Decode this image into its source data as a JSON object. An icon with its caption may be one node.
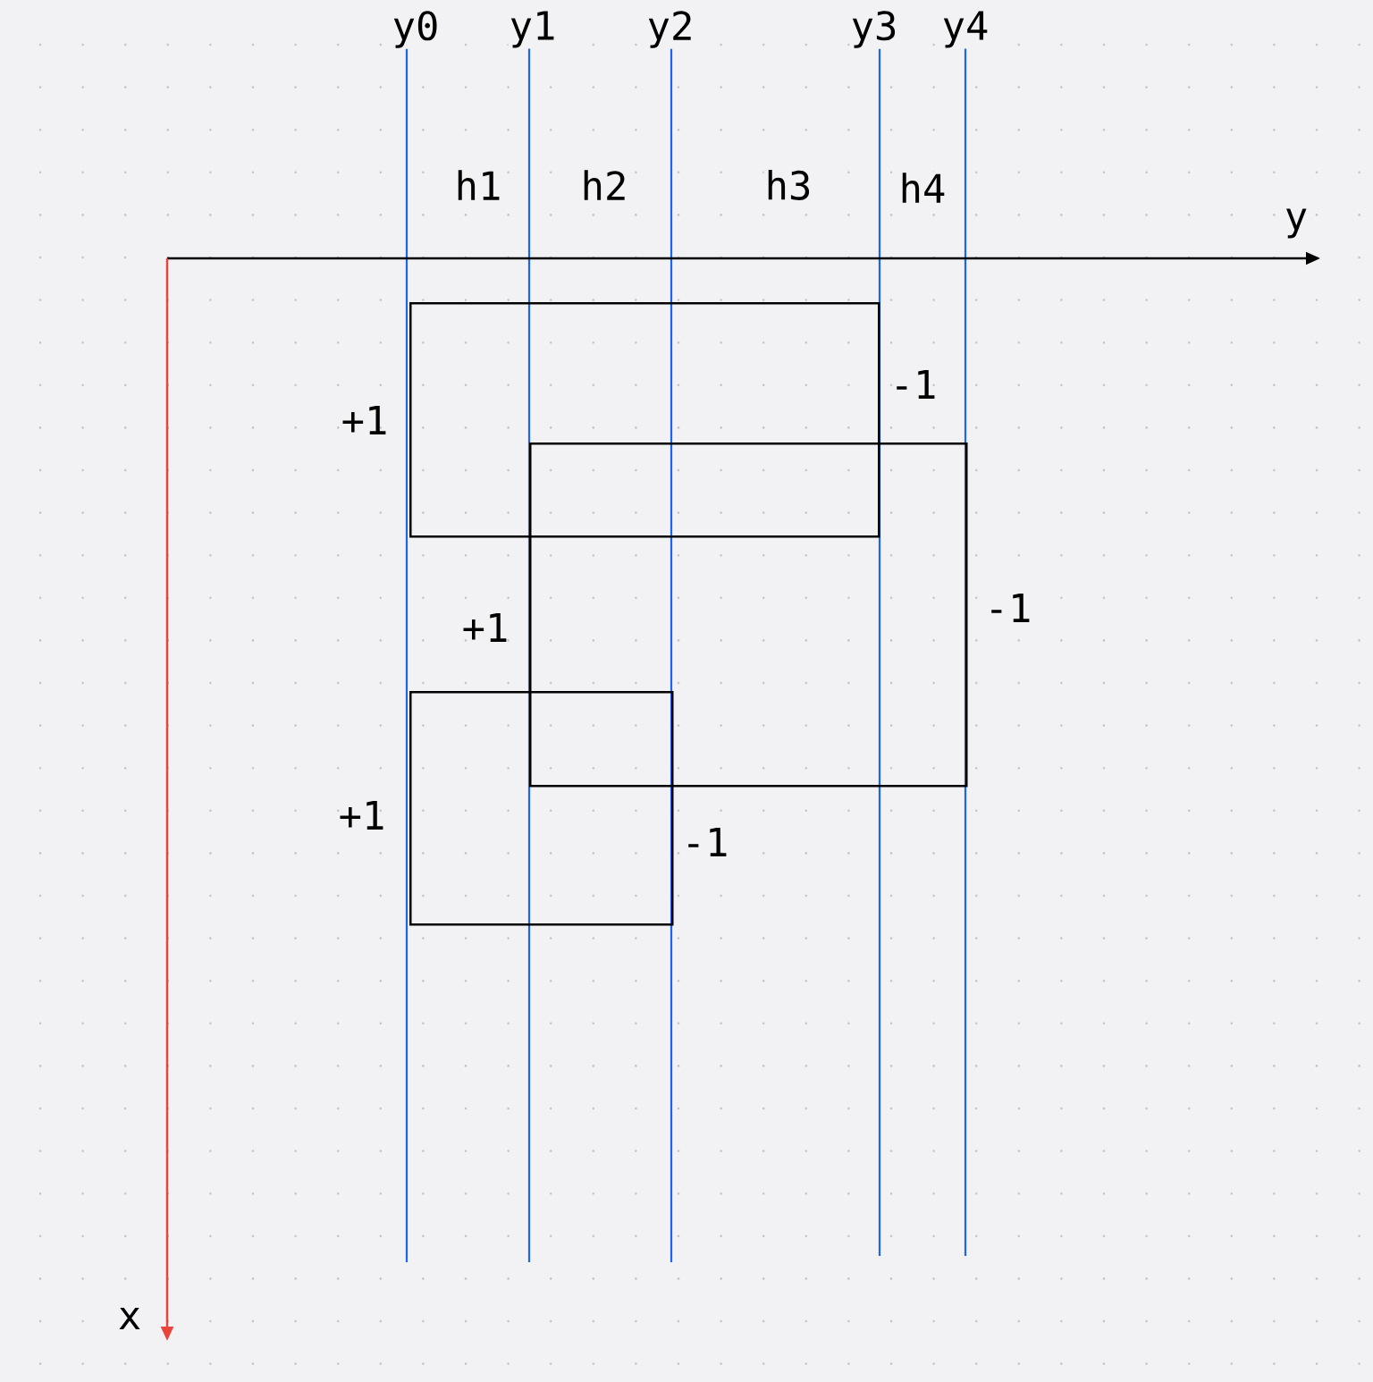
{
  "diagram": {
    "nodes": [
      {
        "text": [],
        "shape": "box",
        "beside": [
          "+1",
          "-1"
        ]
      },
      {
        "text": [],
        "shape": "box",
        "beside": [
          "+1",
          "-1"
        ]
      },
      {
        "text": [],
        "shape": "box",
        "beside": [
          "+1",
          "-1"
        ]
      }
    ],
    "labels": [
      "y0",
      "y1",
      "y2",
      "y3",
      "y4",
      "h1",
      "h2",
      "h3",
      "h4",
      "y",
      "x"
    ]
  }
}
